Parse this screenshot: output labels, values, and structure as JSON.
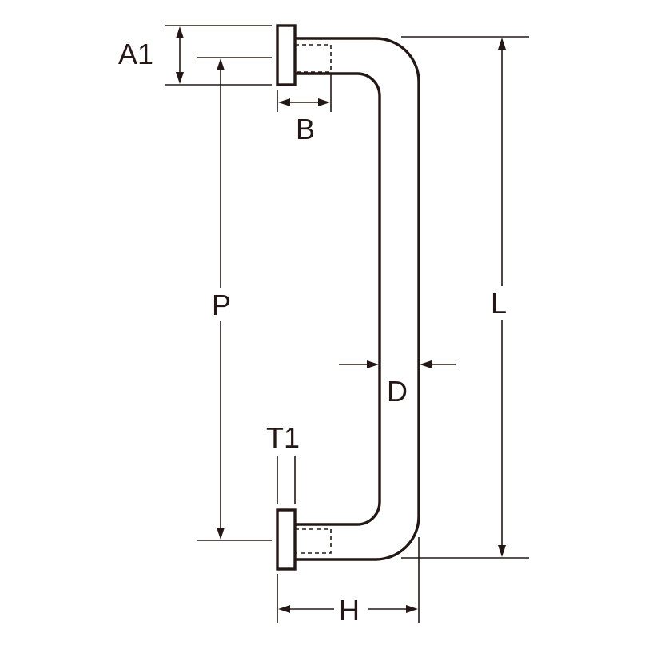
{
  "diagram": {
    "labels": {
      "a1": "A1",
      "b": "B",
      "p": "P",
      "l": "L",
      "d": "D",
      "t1": "T1",
      "h": "H"
    },
    "colors": {
      "ink": "#231815",
      "background": "#ffffff"
    }
  }
}
